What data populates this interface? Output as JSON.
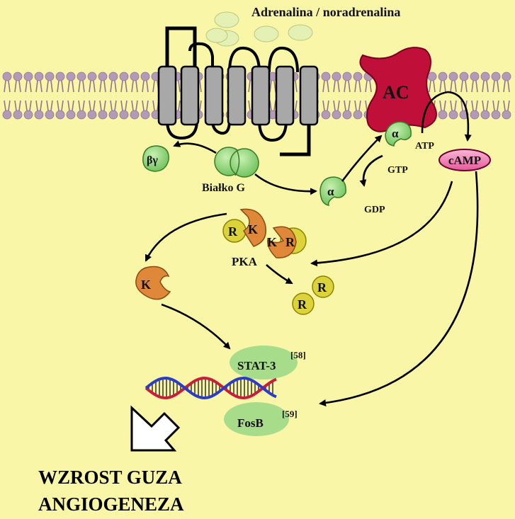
{
  "diagram": {
    "ligand_label": "Adrenalina / noradrenalina",
    "enzyme_label": "AC",
    "g_protein_label": "Białko G",
    "beta_gamma_label": "βγ",
    "alpha_label": "α",
    "alpha_on_ac_label": "α",
    "gtp_label": "GTP",
    "gdp_label": "GDP",
    "atp_label": "ATP",
    "camp_label": "cAMP",
    "pka_label": "PKA",
    "r_label": "R",
    "k_label": "K",
    "stat3_label": "STAT-3",
    "stat3_ref": "[58]",
    "fosb_label": "FosB",
    "fosb_ref": "[59]",
    "outcome_line1": "WZROST GUZA",
    "outcome_line2": "ANGIOGENEZA"
  },
  "colors": {
    "background": "#faf6a8",
    "membrane": "#b49ab8",
    "receptor": "#a8a8a8",
    "adenylyl_cyclase": "#c0103a",
    "g_protein": "#8fd67a",
    "camp_fill": "#f07ab0",
    "kinase": "#e0883a",
    "regulatory": "#dcd23a",
    "transcription_factor": "#a6dc8a",
    "ligand": "#e4f0b4"
  }
}
